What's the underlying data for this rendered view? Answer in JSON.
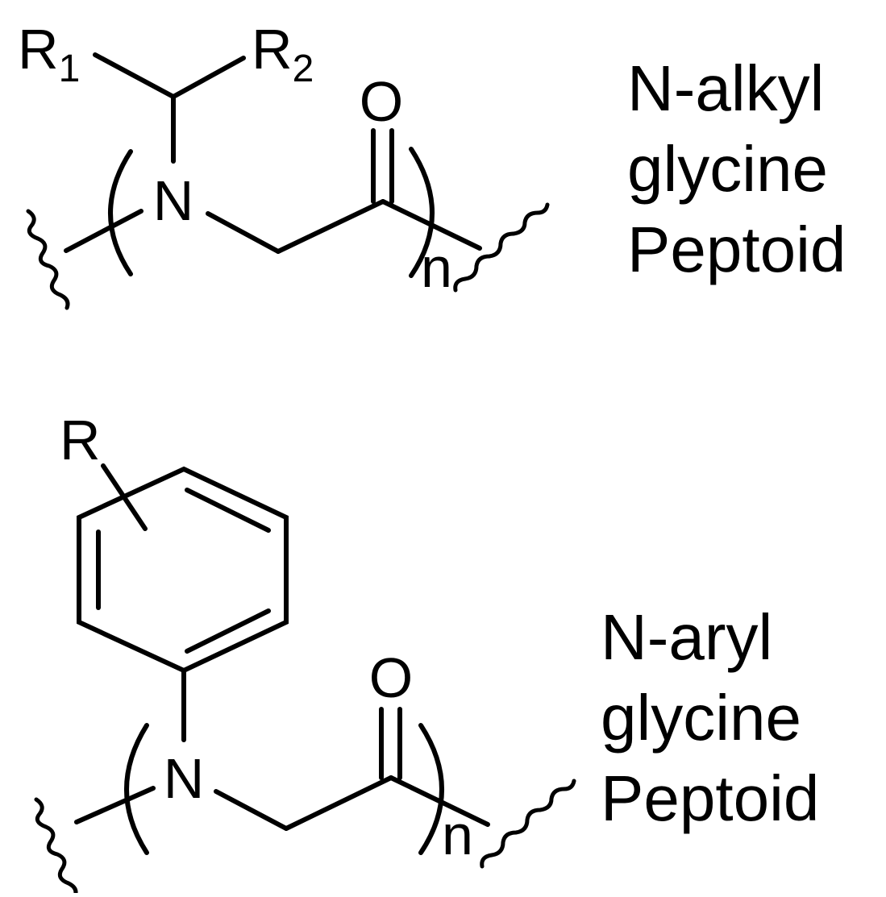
{
  "structure_top": {
    "substituent_1": "R",
    "substituent_1_index": "1",
    "substituent_2": "R",
    "substituent_2_index": "2",
    "nitrogen": "N",
    "oxygen": "O",
    "repeat": "n",
    "caption": [
      "N-alkyl",
      "glycine",
      "Peptoid"
    ]
  },
  "structure_bottom": {
    "substituent": "R",
    "nitrogen": "N",
    "oxygen": "O",
    "repeat": "n",
    "caption": [
      "N-aryl",
      "glycine",
      "Peptoid"
    ]
  }
}
